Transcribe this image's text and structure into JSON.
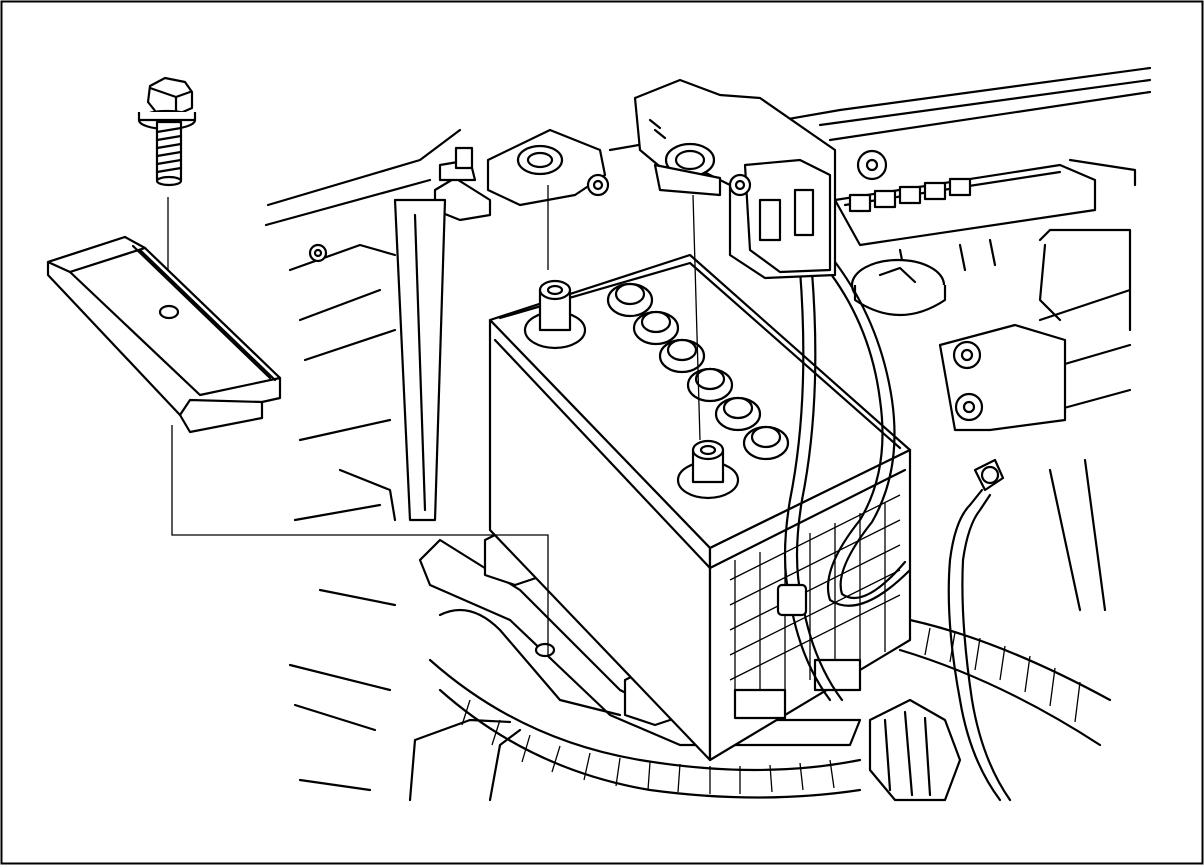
{
  "figure": {
    "type": "line-art service illustration",
    "style": "black outline on white",
    "colors": {
      "line": "#000000",
      "background": "#ffffff"
    }
  },
  "parts": [
    {
      "name": "hold-down-bolt"
    },
    {
      "name": "battery-hold-down-clamp"
    },
    {
      "name": "battery"
    },
    {
      "name": "positive-cable-terminal"
    },
    {
      "name": "negative-cable-terminal"
    },
    {
      "name": "battery-tray"
    },
    {
      "name": "wiring-harness"
    },
    {
      "name": "reservoir-cap"
    }
  ]
}
